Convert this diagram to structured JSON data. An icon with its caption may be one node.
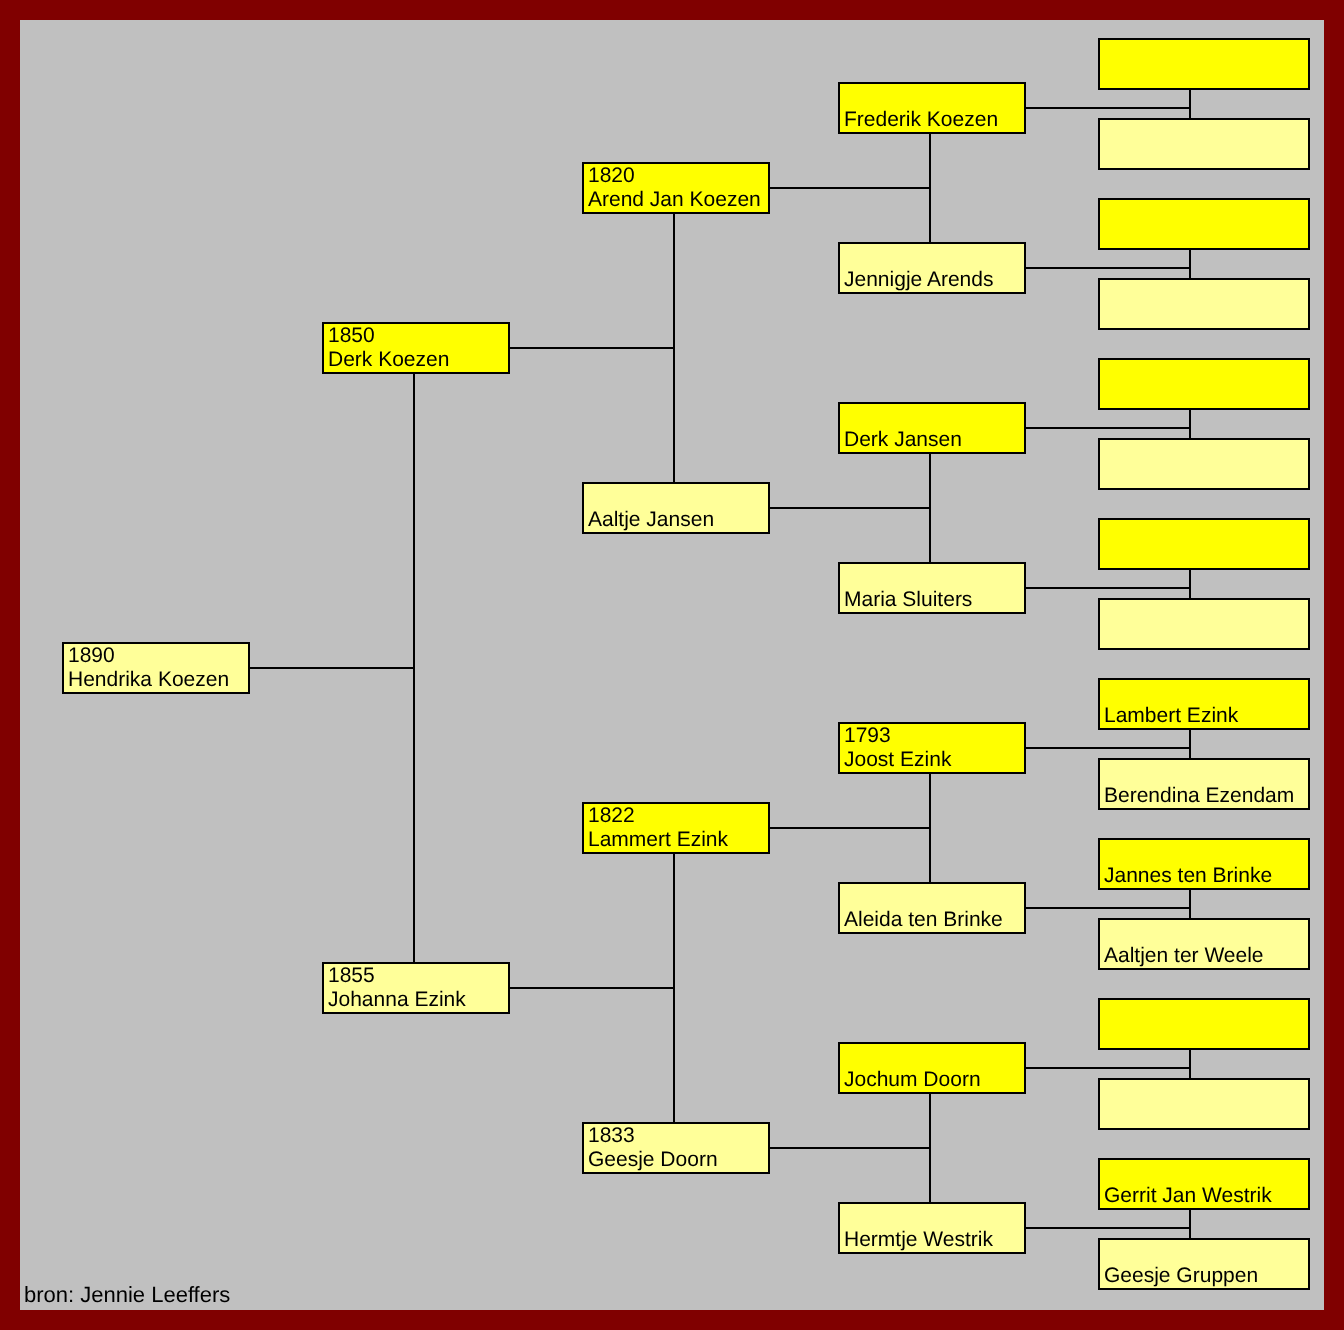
{
  "diagram": {
    "nodes": [
      {
        "text": [
          "1890",
          "Hendrika Koezen"
        ]
      },
      {
        "text": [
          "1850",
          "Derk Koezen"
        ]
      },
      {
        "text": [
          "1855",
          "Johanna Ezink"
        ]
      },
      {
        "text": [
          "1820",
          "Arend Jan Koezen"
        ]
      },
      {
        "text": [
          "Aaltje Jansen"
        ]
      },
      {
        "text": [
          "1822",
          "Lammert Ezink"
        ]
      },
      {
        "text": [
          "1833",
          "Geesje Doorn"
        ]
      },
      {
        "text": [
          "Frederik Koezen"
        ]
      },
      {
        "text": [
          "Jennigje Arends"
        ]
      },
      {
        "text": [
          "Derk Jansen"
        ]
      },
      {
        "text": [
          "Maria Sluiters"
        ]
      },
      {
        "text": [
          "1793",
          "Joost Ezink"
        ]
      },
      {
        "text": [
          "Aleida ten Brinke"
        ]
      },
      {
        "text": [
          "Jochum Doorn"
        ]
      },
      {
        "text": [
          "Hermtje Westrik"
        ]
      },
      {
        "text": [],
        "shape": "box"
      },
      {
        "text": [],
        "shape": "box"
      },
      {
        "text": [],
        "shape": "box"
      },
      {
        "text": [],
        "shape": "box"
      },
      {
        "text": [],
        "shape": "box"
      },
      {
        "text": [],
        "shape": "box"
      },
      {
        "text": [],
        "shape": "box"
      },
      {
        "text": [],
        "shape": "box"
      },
      {
        "text": [
          "Lambert Ezink"
        ]
      },
      {
        "text": [
          "Berendina Ezendam"
        ]
      },
      {
        "text": [
          "Jannes ten Brinke"
        ]
      },
      {
        "text": [
          "Aaltjen ter Weele"
        ]
      },
      {
        "text": [],
        "shape": "box"
      },
      {
        "text": [],
        "shape": "box"
      },
      {
        "text": [
          "Gerrit Jan Westrik"
        ]
      },
      {
        "text": [
          "Geesje Gruppen"
        ]
      }
    ],
    "edges": [
      {
        "from": 0,
        "to": 1,
        "arrow": "none"
      },
      {
        "from": 0,
        "to": 2,
        "arrow": "none"
      },
      {
        "from": 1,
        "to": 3,
        "arrow": "none"
      },
      {
        "from": 1,
        "to": 4,
        "arrow": "none"
      },
      {
        "from": 2,
        "to": 5,
        "arrow": "none"
      },
      {
        "from": 2,
        "to": 6,
        "arrow": "none"
      },
      {
        "from": 3,
        "to": 7,
        "arrow": "none"
      },
      {
        "from": 3,
        "to": 8,
        "arrow": "none"
      },
      {
        "from": 4,
        "to": 9,
        "arrow": "none"
      },
      {
        "from": 4,
        "to": 10,
        "arrow": "none"
      },
      {
        "from": 5,
        "to": 11,
        "arrow": "none"
      },
      {
        "from": 5,
        "to": 12,
        "arrow": "none"
      },
      {
        "from": 6,
        "to": 13,
        "arrow": "none"
      },
      {
        "from": 6,
        "to": 14,
        "arrow": "none"
      },
      {
        "from": 7,
        "to": 15,
        "arrow": "none"
      },
      {
        "from": 7,
        "to": 16,
        "arrow": "none"
      },
      {
        "from": 8,
        "to": 17,
        "arrow": "none"
      },
      {
        "from": 8,
        "to": 18,
        "arrow": "none"
      },
      {
        "from": 9,
        "to": 19,
        "arrow": "none"
      },
      {
        "from": 9,
        "to": 20,
        "arrow": "none"
      },
      {
        "from": 10,
        "to": 21,
        "arrow": "none"
      },
      {
        "from": 10,
        "to": 22,
        "arrow": "none"
      },
      {
        "from": 11,
        "to": 23,
        "arrow": "none"
      },
      {
        "from": 11,
        "to": 24,
        "arrow": "none"
      },
      {
        "from": 12,
        "to": 25,
        "arrow": "none"
      },
      {
        "from": 12,
        "to": 26,
        "arrow": "none"
      },
      {
        "from": 13,
        "to": 27,
        "arrow": "none"
      },
      {
        "from": 13,
        "to": 28,
        "arrow": "none"
      },
      {
        "from": 14,
        "to": 29,
        "arrow": "none"
      },
      {
        "from": 14,
        "to": 30,
        "arrow": "none"
      }
    ],
    "labels": [
      "bron: Jennie Leeffers"
    ]
  }
}
